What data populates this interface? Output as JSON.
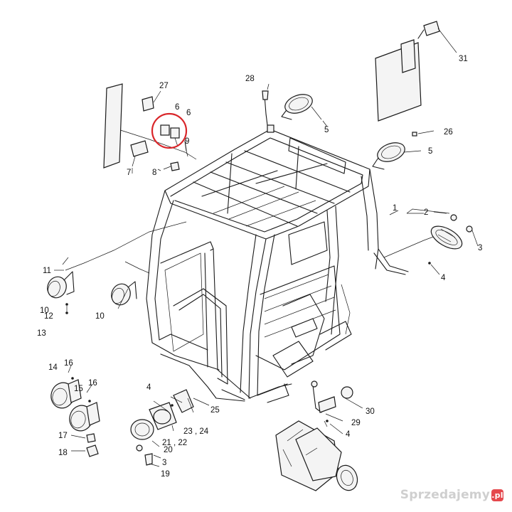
{
  "diagram": {
    "callouts": {
      "c1": "1",
      "c2": "2",
      "c3": "3",
      "c4a": "4",
      "c4b": "4",
      "c4c": "4",
      "c5a": "5",
      "c5b": "5",
      "c6a": "6",
      "c6b": "6",
      "c7": "7",
      "c8": "8",
      "c9": "9",
      "c10a": "10",
      "c10b": "10",
      "c11": "11",
      "c12": "12",
      "c13": "13",
      "c14": "14",
      "c15": "15",
      "c16a": "16",
      "c16b": "16",
      "c17": "17",
      "c18": "18",
      "c19": "19",
      "c20": "20",
      "c21": "21 , 22",
      "c23": "23 , 24",
      "c25": "25",
      "c26": "26",
      "c27": "27",
      "c28": "28",
      "c29": "29",
      "c30": "30",
      "c31": "31"
    },
    "highlight_color": "#d9262a"
  },
  "watermark": {
    "text": "Sprzedajemy",
    "suffix": ".pl",
    "suffix_color": "#e5484d"
  }
}
